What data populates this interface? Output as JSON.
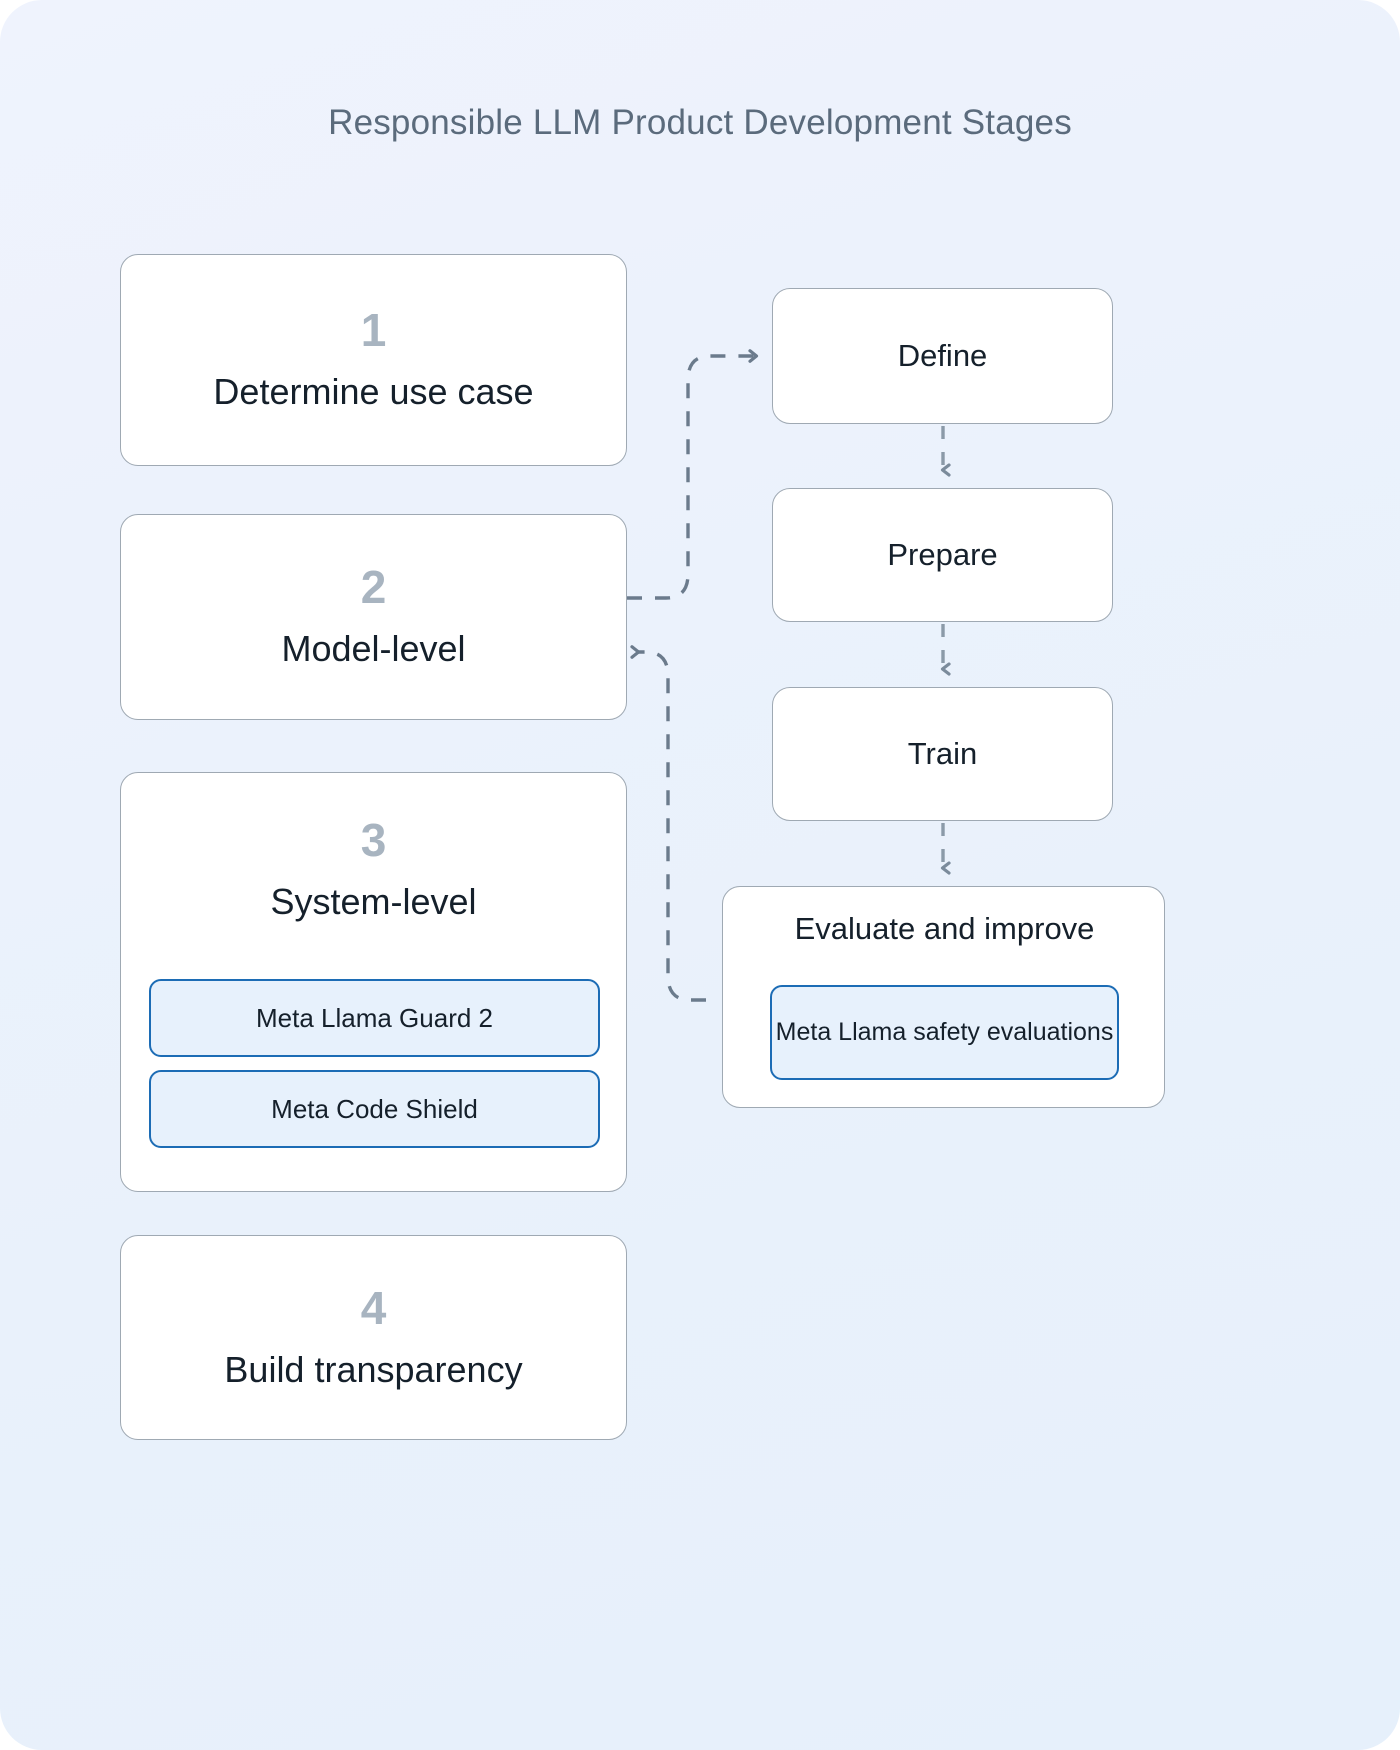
{
  "title": "Responsible LLM Product Development Stages",
  "colors": {
    "background_start": "#eff3fd",
    "background_end": "#e6f0fb",
    "title_text": "#5b6b7c",
    "card_border": "#9fa9b3",
    "card_background": "#ffffff",
    "stage_number": "#a8b4c0",
    "label_text": "#15202b",
    "pill_background": "#e7f1fc",
    "pill_border": "#1c6cb5",
    "connector": "#6b7b8c"
  },
  "stages": [
    {
      "number": "1",
      "label": "Determine use case",
      "tools": []
    },
    {
      "number": "2",
      "label": "Model-level",
      "tools": []
    },
    {
      "number": "3",
      "label": "System-level",
      "tools": [
        "Meta Llama Guard 2",
        "Meta Code Shield"
      ]
    },
    {
      "number": "4",
      "label": "Build transparency",
      "tools": []
    }
  ],
  "workflow": {
    "steps": [
      {
        "label": "Define"
      },
      {
        "label": "Prepare"
      },
      {
        "label": "Train"
      }
    ],
    "evaluate": {
      "label": "Evaluate and improve",
      "tools": [
        "Meta Llama safety evaluations"
      ]
    }
  },
  "connectors": [
    {
      "from": "Model-level",
      "to": "Define",
      "style": "dashed",
      "direction": "right"
    },
    {
      "from": "Define",
      "to": "Prepare",
      "style": "dashed",
      "direction": "down"
    },
    {
      "from": "Prepare",
      "to": "Train",
      "style": "dashed",
      "direction": "down"
    },
    {
      "from": "Train",
      "to": "Evaluate and improve",
      "style": "dashed",
      "direction": "down"
    },
    {
      "from": "Evaluate and improve",
      "to": "Model-level",
      "style": "dashed",
      "direction": "left"
    }
  ]
}
